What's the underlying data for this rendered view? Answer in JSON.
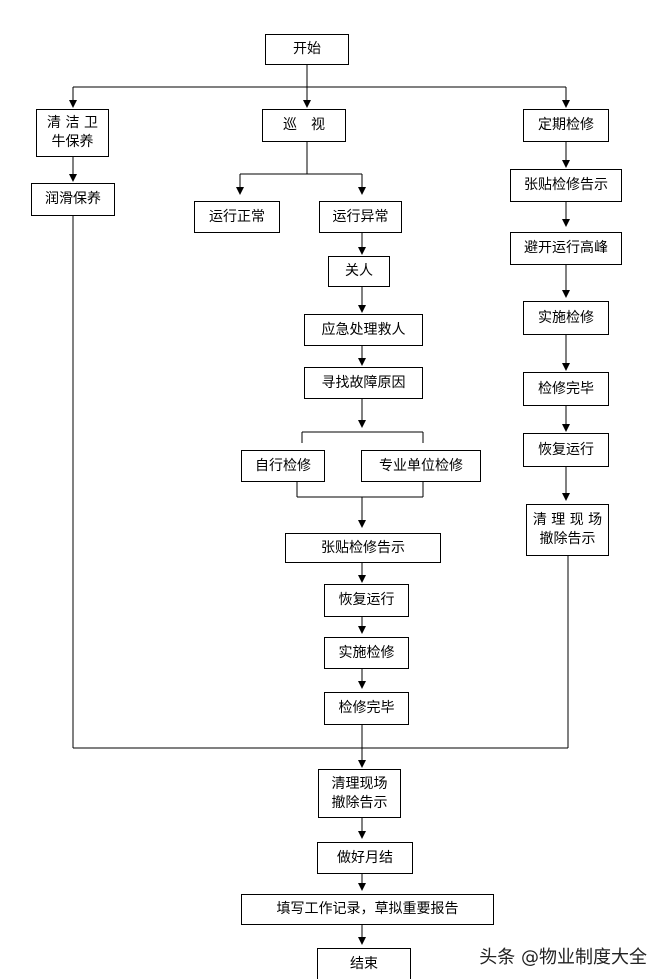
{
  "nodes": {
    "start": "开始",
    "clean": "清 洁 卫\n牛保养",
    "lube": "润滑保养",
    "patrol": "巡　视",
    "normal": "运行正常",
    "abnormal": "运行异常",
    "trap": "关人",
    "rescue": "应急处理救人",
    "find": "寻找故障原因",
    "self": "自行检修",
    "pro": "专业单位检修",
    "notice1": "张贴检修告示",
    "resume1": "恢复运行",
    "impl1": "实施检修",
    "done1": "检修完毕",
    "periodic": "定期检修",
    "notice2": "张贴检修告示",
    "avoid": "避开运行高峰",
    "impl2": "实施检修",
    "done2": "检修完毕",
    "resume2": "恢复运行",
    "clear2": "清 理 现 场\n撤除告示",
    "clear": "清理现场\n撤除告示",
    "monthly": "做好月结",
    "record": "填写工作记录，草拟重要报告",
    "end": "结束"
  },
  "watermark": "头条 @物业制度大全"
}
